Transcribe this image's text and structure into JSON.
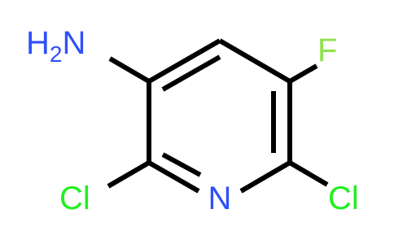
{
  "molecule": {
    "atoms": {
      "amine": {
        "symbol": "H",
        "subscript": "2",
        "suffix": "N"
      },
      "fluorine": {
        "symbol": "F"
      },
      "chlorine_left": {
        "symbol": "Cl"
      },
      "chlorine_right": {
        "symbol": "Cl"
      },
      "ring_nitrogen": {
        "symbol": "N"
      }
    },
    "colors": {
      "bond": "#000000",
      "nitrogen": "#3050F8",
      "fluorine": "#90E050",
      "chlorine": "#1FF01F"
    }
  }
}
